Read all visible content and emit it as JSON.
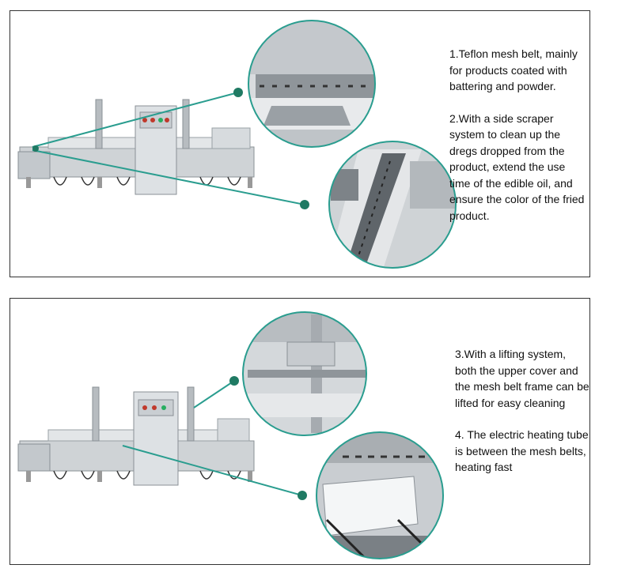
{
  "panels": [
    {
      "features": [
        "1.Teflon mesh belt, mainly for products coated with battering and powder.",
        "2.With a side scraper system to clean up the dregs dropped from the product, extend the use time of the edible oil, and ensure the color of the fried product."
      ]
    },
    {
      "features": [
        "3.With a lifting system, both the upper cover and the mesh belt frame can be lifted for easy cleaning",
        "4. The electric heating tube is between the mesh belts, heating fast"
      ]
    }
  ],
  "colors": {
    "accent": "#2a9d8f",
    "border": "#333333"
  }
}
